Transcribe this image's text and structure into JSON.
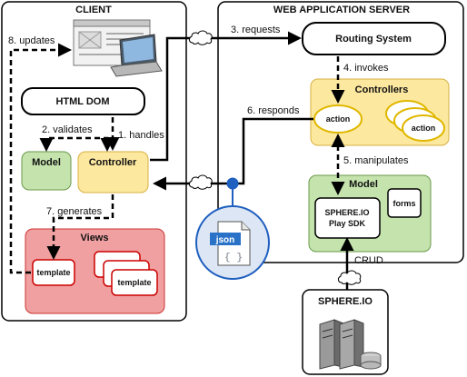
{
  "client": {
    "title": "CLIENT",
    "html_dom": "HTML DOM",
    "model": "Model",
    "controller": "Controller",
    "views": "Views",
    "template": "template"
  },
  "server": {
    "title": "WEB APPLICATION SERVER",
    "routing": "Routing System",
    "controllers": "Controllers",
    "action": "action",
    "model": "Model",
    "sdk_line1": "SPHERE.IO",
    "sdk_line2": "Play SDK",
    "forms": "forms"
  },
  "sphere": {
    "title": "SPHERE.IO"
  },
  "json_icon": {
    "label": "json",
    "glyph": "{ }"
  },
  "arrows": {
    "requests": "3. requests",
    "invokes": "4. invokes",
    "manipulates": "5. manipulates",
    "responds": "6. responds",
    "generates": "7. generates",
    "updates": "8. updates",
    "validates": "2. validates",
    "handles": "1. handles",
    "crud": "CRUD"
  },
  "colors": {
    "controller_fill": "#fde8a0",
    "controllers_fill": "#fde8a0",
    "model_fill": "#c5e3ad",
    "views_fill": "#f0a0a0",
    "accent_border": "#cc0000",
    "json_circle": "#1f5fc0"
  }
}
